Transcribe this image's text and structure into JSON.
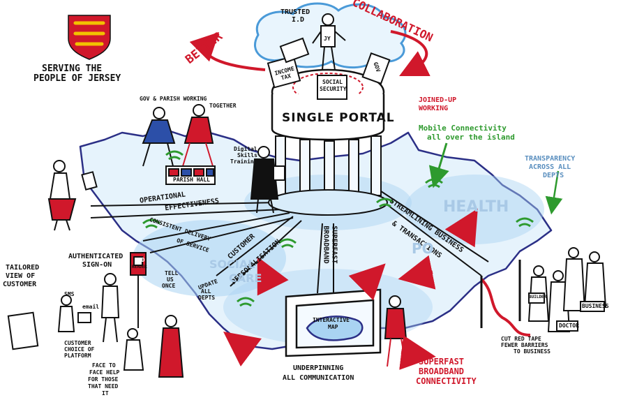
{
  "header": {
    "line1": "SERVING THE",
    "line2": "PEOPLE OF JERSEY"
  },
  "top": {
    "trusted_line1": "TRUSTED",
    "trusted_line2": "I.D",
    "better": "BETTER",
    "collaboration": "COLLABORATION",
    "shirt_initials": "JY"
  },
  "kiosks": {
    "income_tax": "INCOME TAX",
    "social_security_line1": "SOCIAL",
    "social_security_line2": "SECURITY",
    "gov": "GOV"
  },
  "portal": {
    "title": "SINGLE PORTAL",
    "joined_up_line1": "JOINED-UP",
    "joined_up_line2": "WORKING"
  },
  "labels": {
    "gov_parish_line1": "GOV & PARISH WORKING",
    "gov_parish_line2": "TOGETHER",
    "parish_hall": "PARISH HALL",
    "digital_skills_line1": "Digital",
    "digital_skills_line2": "Skills",
    "digital_skills_line3": "Training",
    "mobile_line1": "Mobile Connectivity",
    "mobile_line2": "all over the island",
    "transparency_line1": "TRANSPARENCY",
    "transparency_line2": "ACROSS ALL",
    "transparency_line3": "DEPTS",
    "operational_line1": "OPERATIONAL",
    "operational_line2": "EFFECTIVENESS",
    "consistent_line1": "CONSISTENT DELIVERY",
    "consistent_line2": "OF SERVICE",
    "customer_line1": "CUSTOMER",
    "customer_line2": "PERSONALISATION",
    "superfast_road_line1": "SUPERFAST",
    "superfast_road_line2": "BROADBAND",
    "streamlining_line1": "STREAMLINING BUSINESS",
    "streamlining_line2": "& TRANSACTIONS",
    "health": "HEALTH",
    "police": "PO",
    "social_care_line1": "SOCIAL",
    "social_care_line2": "CARE",
    "authenticated_line1": "AUTHENTICATED",
    "authenticated_line2": "SIGN-ON",
    "id_reader_line1": "I.D",
    "id_reader_line2": "READER",
    "tell_us_line1": "TELL",
    "tell_us_line2": "US",
    "tell_us_line3": "ONCE",
    "update_line1": "UPDATE",
    "update_line2": "ALL",
    "update_line3": "DEPTS",
    "tailored_line1": "TAILORED",
    "tailored_line2": "VIEW OF",
    "tailored_line3": "CUSTOMER",
    "sms": "SMS",
    "email": "email",
    "choice_line1": "CUSTOMER",
    "choice_line2": "CHOICE OF",
    "choice_line3": "PLATFORM",
    "face_line1": "FACE TO",
    "face_line2": "FACE HELP",
    "face_line3": "FOR THOSE",
    "face_line4": "THAT NEED",
    "face_line5": "IT",
    "interactive_line1": "INTERACTIVE",
    "interactive_line2": "MAP",
    "underpinning_line1": "UNDERPINNING",
    "underpinning_line2": "ALL COMMUNICATION",
    "superfast_line1": "SUPERFAST",
    "superfast_line2": "BROADBAND",
    "superfast_line3": "CONNECTIVITY",
    "red_tape_line1": "CUT RED TAPE",
    "red_tape_line2": "FEWER BARRIERS",
    "red_tape_line3": "TO BUSINESS",
    "business": "BUSINESS",
    "doctor": "DOCTOR",
    "builder": "BUILDER"
  },
  "colors": {
    "ink": "#111111",
    "red": "#d0182b",
    "green": "#2e9a2e",
    "blue_wash": "#a9d3f2",
    "accent_blue": "#5a8fbf",
    "crest_red": "#d0182b",
    "crest_gold": "#f2c200"
  },
  "icons": [
    "jersey-crest-icon",
    "cloud-icon",
    "wifi-icon",
    "arrow-icon",
    "person-icon",
    "monitor-icon"
  ]
}
